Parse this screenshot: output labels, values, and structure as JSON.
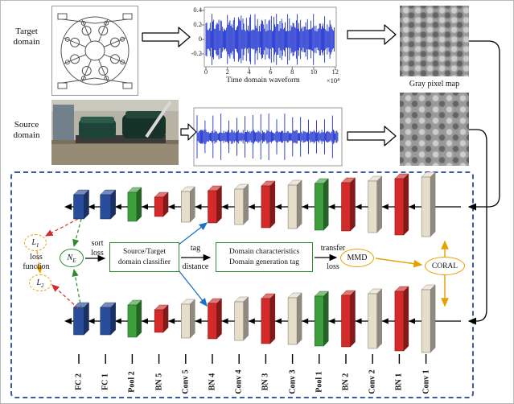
{
  "colors": {
    "fc": "#2a4d9b",
    "pool": "#3da03d",
    "bn": "#d42a2a",
    "conv": "#e6ddcb",
    "signal": "#0018c8",
    "green_border": "#2e8b2e",
    "yellow": "#e8a000",
    "red_arrow": "#d42a2a",
    "blue_arrow": "#1a73c8",
    "box_dash": "#3a5aa8"
  },
  "top": {
    "target_label": "Target\ndomain",
    "source_label": "Source\ndomain",
    "gray_map_label": "Gray pixel map"
  },
  "waveform": {
    "xlabel": "Time domain waveform",
    "x_ticks": [
      "0",
      "2",
      "4",
      "6",
      "8",
      "10",
      "12"
    ],
    "x_exp": "×10⁴",
    "y_ticks": [
      "0.4",
      "0.2",
      "0",
      "-0.2"
    ]
  },
  "middle": {
    "l1": {
      "letter": "L",
      "sub": "1"
    },
    "l2": {
      "letter": "L",
      "sub": "2"
    },
    "ne": {
      "letter": "N",
      "sub": "E"
    },
    "loss_function": "loss\nfunction",
    "sort_loss": "sort\nloss",
    "classifier_box": {
      "line1": "Source/Target",
      "line2": "domain classifier"
    },
    "tag_distance": {
      "line1": "tag",
      "line2": "distance"
    },
    "domain_box": {
      "line1": "Domain characteristics",
      "line2": "Domain generation tag"
    },
    "transfer_loss": {
      "line1": "transfer",
      "line2": "loss"
    },
    "mmd": "MMD",
    "coral": "CORAL"
  },
  "network": {
    "layers": [
      "FC 2",
      "FC 1",
      "Pool 2",
      "BN 5",
      "Conv 5",
      "BN 4",
      "Conv 4",
      "BN 3",
      "Conv 3",
      "Pool 1",
      "BN 2",
      "Conv 2",
      "BN 1",
      "Conv 1"
    ]
  }
}
